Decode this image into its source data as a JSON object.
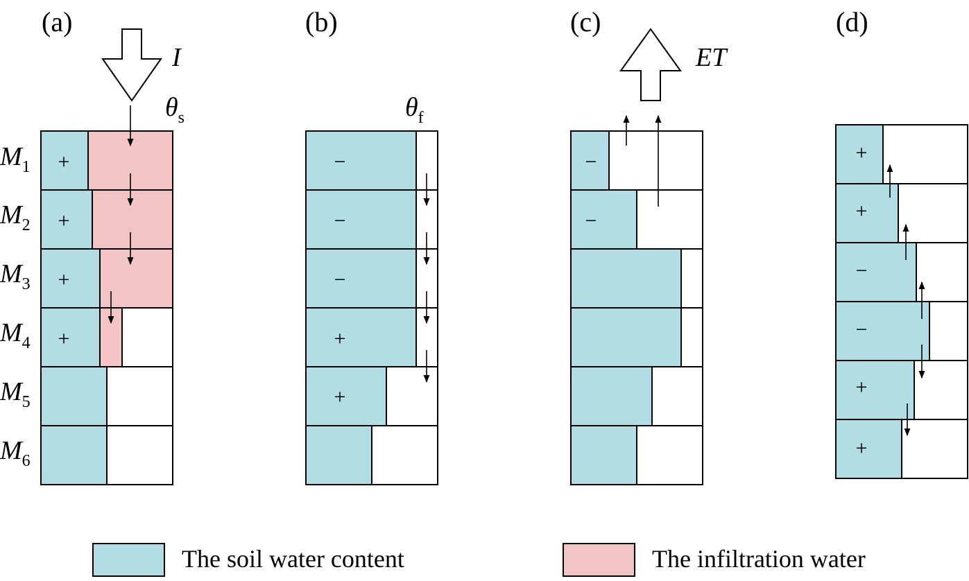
{
  "panels": [
    {
      "label": "(a)",
      "flux_label": "I",
      "boundary_symbol": "θ",
      "boundary_sub": "s",
      "signs": [
        "+",
        "+",
        "+",
        "+",
        "",
        ""
      ]
    },
    {
      "label": "(b)",
      "boundary_symbol": "θ",
      "boundary_sub": "f",
      "signs": [
        "−",
        "−",
        "−",
        "+",
        "+",
        ""
      ]
    },
    {
      "label": "(c)",
      "flux_label": "ET",
      "signs": [
        "−",
        "−",
        "",
        "",
        "",
        ""
      ]
    },
    {
      "label": "(d)",
      "signs": [
        "+",
        "+",
        "−",
        "−",
        "+",
        "+"
      ]
    }
  ],
  "layers": [
    {
      "name": "M",
      "sub": "1"
    },
    {
      "name": "M",
      "sub": "2"
    },
    {
      "name": "M",
      "sub": "3"
    },
    {
      "name": "M",
      "sub": "4"
    },
    {
      "name": "M",
      "sub": "5"
    },
    {
      "name": "M",
      "sub": "6"
    }
  ],
  "legend": [
    {
      "label": "The soil water content",
      "color": "#b2dde4"
    },
    {
      "label": "The infiltration water",
      "color": "#f3c4c4"
    }
  ],
  "colors": {
    "soil_water": "#b2dde4",
    "infiltration": "#f3c4c4",
    "stroke": "#000000"
  }
}
